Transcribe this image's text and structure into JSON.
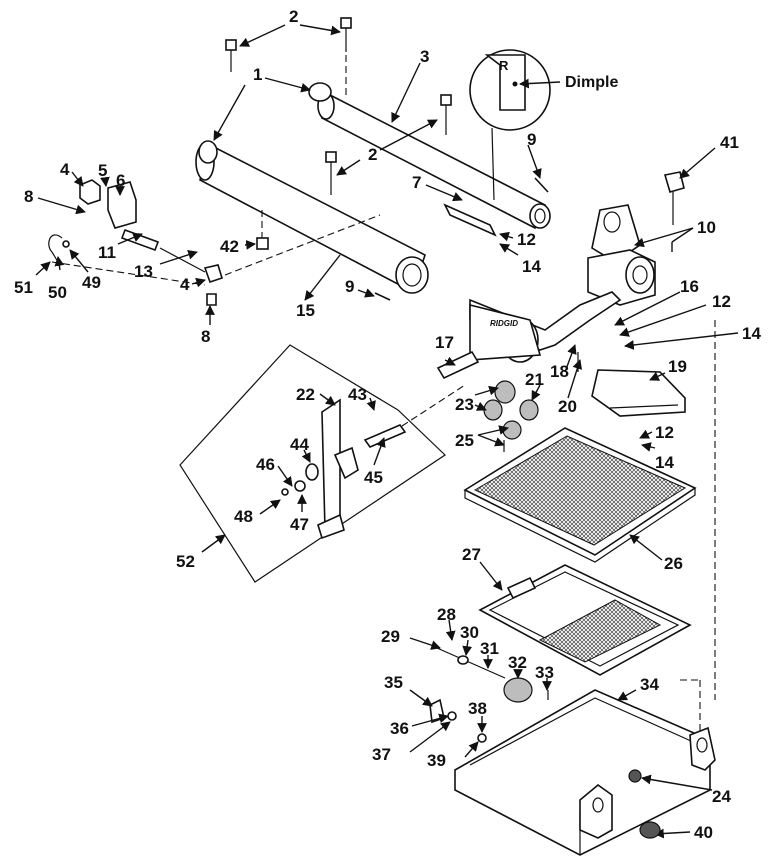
{
  "diagram": {
    "inset_letter": "R",
    "inset_label": "Dimple",
    "callouts": [
      {
        "id": "c1a",
        "text": "1"
      },
      {
        "id": "c2a",
        "text": "2"
      },
      {
        "id": "c3",
        "text": "3"
      },
      {
        "id": "c2b",
        "text": "2"
      },
      {
        "id": "c4a",
        "text": "4"
      },
      {
        "id": "c5",
        "text": "5"
      },
      {
        "id": "c6",
        "text": "6"
      },
      {
        "id": "c8a",
        "text": "8"
      },
      {
        "id": "c11",
        "text": "11"
      },
      {
        "id": "c13",
        "text": "13"
      },
      {
        "id": "c51",
        "text": "51"
      },
      {
        "id": "c50",
        "text": "50"
      },
      {
        "id": "c49",
        "text": "49"
      },
      {
        "id": "c4b",
        "text": "4"
      },
      {
        "id": "c8b",
        "text": "8"
      },
      {
        "id": "c42",
        "text": "42"
      },
      {
        "id": "c15",
        "text": "15"
      },
      {
        "id": "c9a",
        "text": "9"
      },
      {
        "id": "c7",
        "text": "7"
      },
      {
        "id": "c9b",
        "text": "9"
      },
      {
        "id": "c12a",
        "text": "12"
      },
      {
        "id": "c14a",
        "text": "14"
      },
      {
        "id": "c41",
        "text": "41"
      },
      {
        "id": "c10",
        "text": "10"
      },
      {
        "id": "c16",
        "text": "16"
      },
      {
        "id": "c12b",
        "text": "12"
      },
      {
        "id": "c14b",
        "text": "14"
      },
      {
        "id": "c17",
        "text": "17"
      },
      {
        "id": "c18",
        "text": "18"
      },
      {
        "id": "c20",
        "text": "20"
      },
      {
        "id": "c19",
        "text": "19"
      },
      {
        "id": "c21",
        "text": "21"
      },
      {
        "id": "c23",
        "text": "23"
      },
      {
        "id": "c25",
        "text": "25"
      },
      {
        "id": "c12c",
        "text": "12"
      },
      {
        "id": "c14c",
        "text": "14"
      },
      {
        "id": "c22",
        "text": "22"
      },
      {
        "id": "c43",
        "text": "43"
      },
      {
        "id": "c44",
        "text": "44"
      },
      {
        "id": "c46",
        "text": "46"
      },
      {
        "id": "c45",
        "text": "45"
      },
      {
        "id": "c48",
        "text": "48"
      },
      {
        "id": "c47",
        "text": "47"
      },
      {
        "id": "c52",
        "text": "52"
      },
      {
        "id": "c26",
        "text": "26"
      },
      {
        "id": "c27",
        "text": "27"
      },
      {
        "id": "c28",
        "text": "28"
      },
      {
        "id": "c29",
        "text": "29"
      },
      {
        "id": "c30",
        "text": "30"
      },
      {
        "id": "c31",
        "text": "31"
      },
      {
        "id": "c32",
        "text": "32"
      },
      {
        "id": "c33",
        "text": "33"
      },
      {
        "id": "c34",
        "text": "34"
      },
      {
        "id": "c35",
        "text": "35"
      },
      {
        "id": "c36",
        "text": "36"
      },
      {
        "id": "c37",
        "text": "37"
      },
      {
        "id": "c38",
        "text": "38"
      },
      {
        "id": "c39",
        "text": "39"
      },
      {
        "id": "c24",
        "text": "24"
      },
      {
        "id": "c40",
        "text": "40"
      }
    ]
  }
}
